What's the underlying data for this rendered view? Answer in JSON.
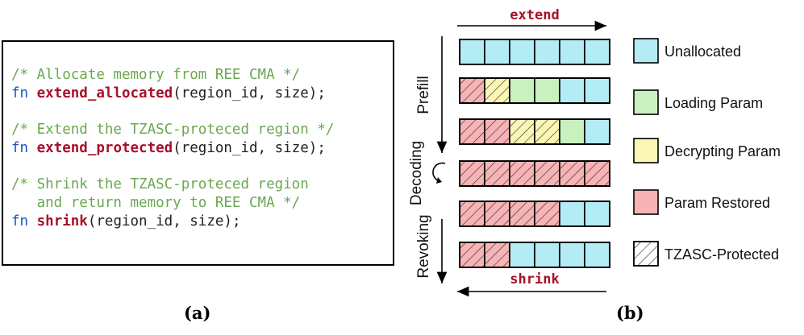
{
  "panel_a": {
    "caption": "(a)",
    "code": [
      {
        "comment": "/* Allocate memory from REE CMA */"
      },
      {
        "kw": "fn",
        "fname": "extend_allocated",
        "args": "(region_id, size);"
      },
      {
        "gap": true
      },
      {
        "comment": "/* Extend the TZASC-proteced region */"
      },
      {
        "kw": "fn",
        "fname": "extend_protected",
        "args": "(region_id, size);"
      },
      {
        "gap": true
      },
      {
        "comment": "/* Shrink the TZASC-proteced region"
      },
      {
        "comment": "   and return memory to REE CMA */"
      },
      {
        "kw": "fn",
        "fname": "shrink",
        "args": "(region_id, size);"
      }
    ]
  },
  "panel_b": {
    "caption": "(b)",
    "top_arrow_label": "extend",
    "bottom_arrow_label": "shrink",
    "phases": [
      "Prefill",
      "Decoding",
      "Revoking"
    ],
    "colors": {
      "unallocated": "#b3ecf5",
      "loading": "#c9f0bf",
      "decrypting": "#fbf6b5",
      "restored": "#f7b3b5"
    },
    "rows": [
      [
        "unallocated",
        "unallocated",
        "unallocated",
        "unallocated",
        "unallocated",
        "unallocated"
      ],
      [
        "restored-h",
        "decrypting-h",
        "loading",
        "loading",
        "unallocated",
        "unallocated"
      ],
      [
        "restored-h",
        "restored-h",
        "decrypting-h",
        "decrypting-h",
        "loading",
        "unallocated"
      ],
      [
        "restored-h",
        "restored-h",
        "restored-h",
        "restored-h",
        "restored-h",
        "restored-h"
      ],
      [
        "restored-h",
        "restored-h",
        "restored-h",
        "restored-h",
        "unallocated",
        "unallocated"
      ],
      [
        "restored-h",
        "restored-h",
        "unallocated",
        "unallocated",
        "unallocated",
        "unallocated"
      ]
    ],
    "legend": [
      {
        "key": "unallocated",
        "label": "Unallocated"
      },
      {
        "key": "loading",
        "label": "Loading Param"
      },
      {
        "key": "decrypting",
        "label": "Decrypting Param"
      },
      {
        "key": "restored",
        "label": "Param Restored"
      },
      {
        "key": "hatch",
        "label": "TZASC-Protected"
      }
    ]
  }
}
